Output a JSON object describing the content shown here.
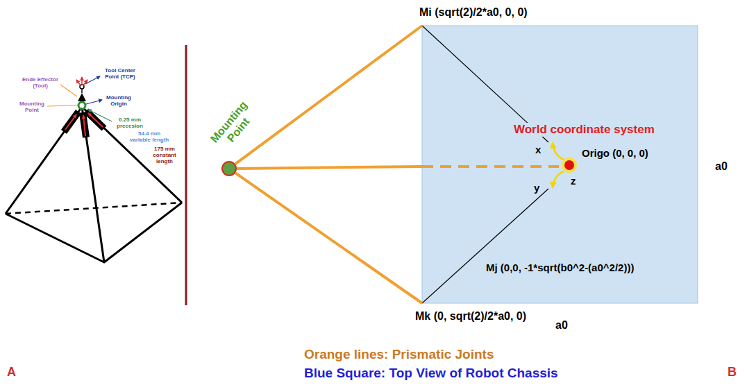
{
  "diagram": {
    "nodes": [
      {
        "text": [
          "Mounting Point"
        ]
      },
      {
        "text": [
          "World coordinate system",
          "Origo (0, 0, 0)",
          "Mj (0,0, -1*sqrt(b0^2-(a0^2/2)))"
        ]
      }
    ],
    "edges": [
      {
        "from": 0,
        "to": 1,
        "arrow": "none"
      },
      {
        "from": 0,
        "to": 1,
        "arrow": "none"
      },
      {
        "from": 0,
        "to": 1,
        "arrow": "none"
      }
    ],
    "labels": [
      "Tool Center Point (TCP)",
      "Ende Effector (Tool)",
      "Mounting Point",
      "Mounting Origin",
      "0.25 mm precesion",
      "54.4 mm variable length",
      "175 mm constant length",
      "A",
      "Mi (sqrt(2)/2*a0, 0, 0)",
      "x",
      "y",
      "z",
      "a0",
      "Mk (0, sqrt(2)/2*a0, 0)",
      "a0",
      "Orange lines: Prismatic Joints",
      "Blue Square: Top View of Robot Chassis",
      "B"
    ]
  }
}
